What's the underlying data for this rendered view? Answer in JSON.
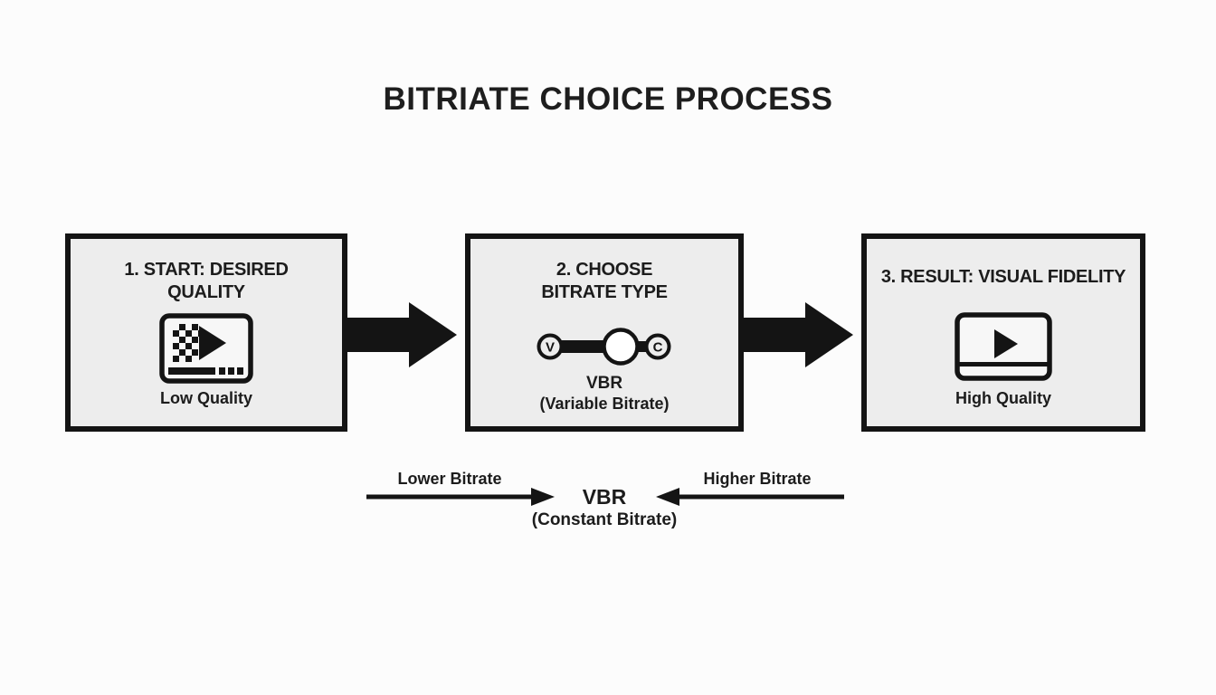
{
  "title": "BITRIATE CHOICE PROCESS",
  "steps": [
    {
      "heading": "1. START: DESIRED QUALITY",
      "icon": "low-quality-video-player",
      "caption": "Low Quality"
    },
    {
      "heading": "2. CHOOSE BITRATE TYPE",
      "icon": "bitrate-type-slider",
      "slider": {
        "left_letter": "V",
        "right_letter": "C"
      },
      "caption": "VBR",
      "caption_sub": "(Variable Bitrate)"
    },
    {
      "heading": "3. RESULT: VISUAL FIDELITY",
      "icon": "high-quality-video-player",
      "caption": "High Quality"
    }
  ],
  "bottom_scale": {
    "left_arrow_label": "Lower Bitrate",
    "right_arrow_label": "Higher Bitrate",
    "center_label": "VBR",
    "center_sub_label": "(Constant Bitrate)"
  },
  "colors": {
    "background": "#fcfcfc",
    "box_fill": "#ededed",
    "outline": "#141414",
    "text": "#1c1c1c"
  }
}
